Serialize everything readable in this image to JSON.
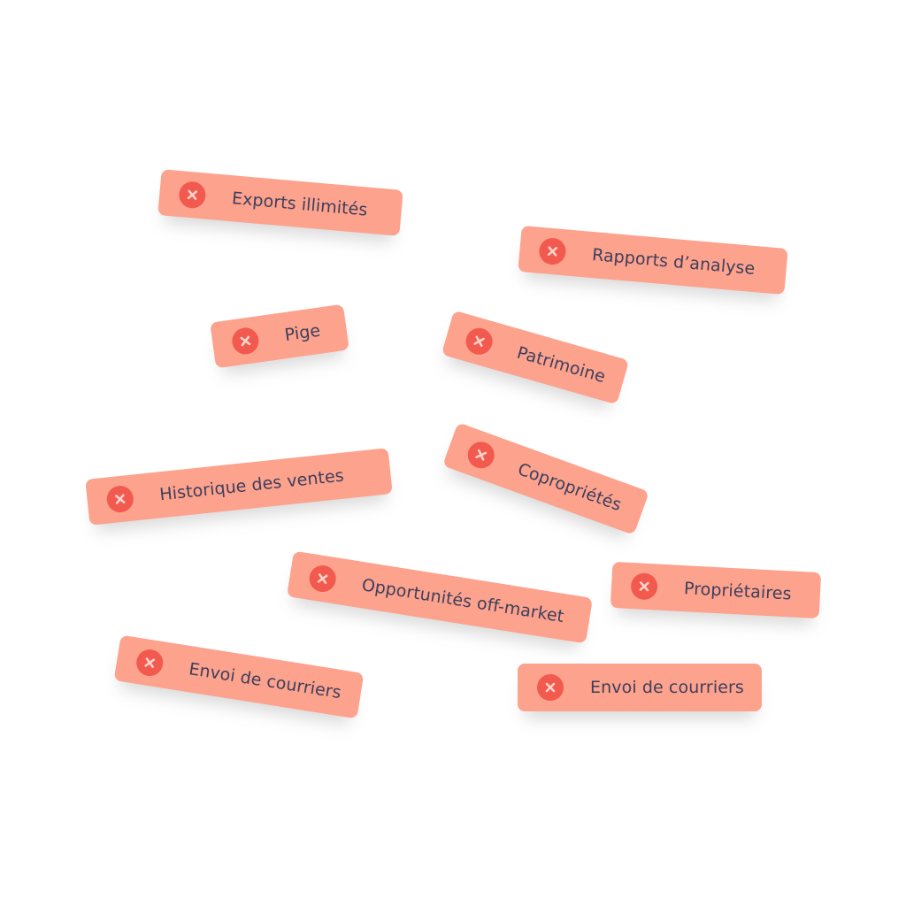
{
  "tags": [
    {
      "label": "Exports illimités",
      "icon": "close-circle-icon"
    },
    {
      "label": "Rapports d’analyse",
      "icon": "close-circle-icon"
    },
    {
      "label": "Pige",
      "icon": "close-circle-icon"
    },
    {
      "label": "Patrimoine",
      "icon": "close-circle-icon"
    },
    {
      "label": "Historique des ventes",
      "icon": "close-circle-icon"
    },
    {
      "label": "Copropriétés",
      "icon": "close-circle-icon"
    },
    {
      "label": "Opportunités off-market",
      "icon": "close-circle-icon"
    },
    {
      "label": "Propriétaires",
      "icon": "close-circle-icon"
    },
    {
      "label": "Envoi de courriers",
      "icon": "close-circle-icon"
    },
    {
      "label": "Envoi de courriers",
      "icon": "close-circle-icon"
    }
  ],
  "colors": {
    "tag_background": "#fca28d",
    "icon_background": "#f25a4f",
    "icon_cross": "#fbd3ca",
    "text": "#3d3f5c"
  }
}
